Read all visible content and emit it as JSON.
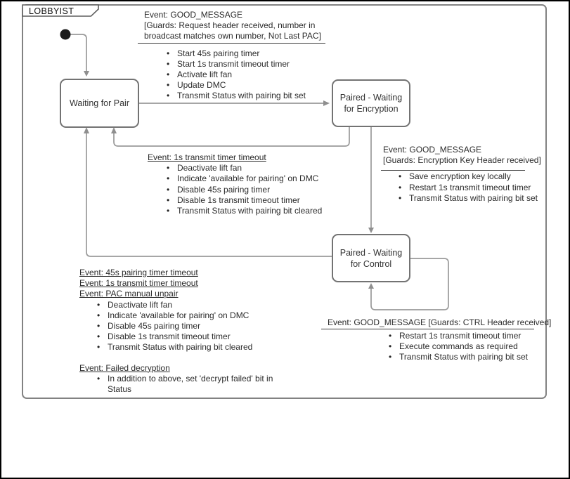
{
  "frame": {
    "title": "LOBBYIST"
  },
  "states": {
    "waiting_for_pair": {
      "label": "Waiting for Pair"
    },
    "paired_waiting_encryption": {
      "label": "Paired - Waiting for Encryption"
    },
    "paired_waiting_control": {
      "label": "Paired - Waiting for Control"
    }
  },
  "annotations": {
    "pairing": {
      "event": "Event: GOOD_MESSAGE",
      "guards": "[Guards: Request header received, number in broadcast matches own number, Not Last PAC]",
      "actions": [
        "Start 45s pairing timer",
        "Start 1s transmit timeout timer",
        "Activate lift fan",
        "Update DMC",
        "Transmit Status with pairing bit set"
      ]
    },
    "transmit_timeout": {
      "event": "Event: 1s transmit timer timeout",
      "actions": [
        "Deactivate lift fan",
        "Indicate 'available for pairing' on DMC",
        "Disable 45s pairing timer",
        "Disable 1s transmit timeout timer",
        "Transmit Status with pairing bit cleared"
      ]
    },
    "encryption_key": {
      "event": "Event: GOOD_MESSAGE",
      "guards": "[Guards: Encryption Key Header received]",
      "actions": [
        "Save encryption key locally",
        "Restart 1s transmit timeout timer",
        "Transmit Status with pairing bit set"
      ]
    },
    "control": {
      "event": "Event: GOOD_MESSAGE [Guards: CTRL Header received]",
      "actions": [
        "Restart 1s transmit timeout timer",
        "Execute commands as required",
        "Transmit Status with pairing bit set"
      ]
    },
    "unpair": {
      "events": [
        "Event: 45s pairing timer timeout",
        "Event: 1s transmit timer timeout",
        "Event: PAC manual unpair"
      ],
      "actions": [
        "Deactivate lift fan",
        "Indicate 'available for pairing' on DMC",
        "Disable 45s pairing timer",
        "Disable 1s transmit timeout timer",
        "Transmit Status with pairing bit cleared"
      ]
    },
    "failed_decryption": {
      "event": "Event: Failed decryption",
      "actions": [
        "In addition to above, set 'decrypt failed' bit in Status"
      ]
    }
  },
  "colors": {
    "line": "#9a9a9a",
    "box_border": "#737373",
    "separator": "#3a3a3a",
    "initial_dot": "#1c1c1c"
  }
}
